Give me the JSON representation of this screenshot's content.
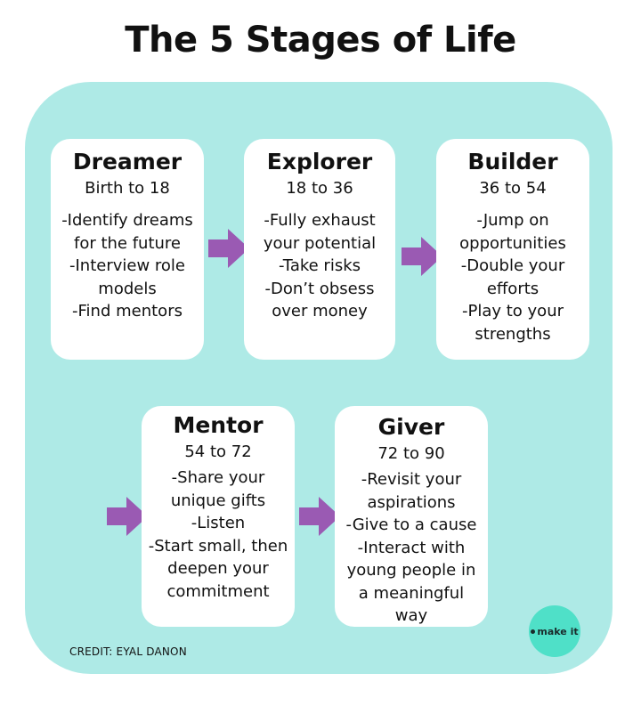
{
  "title": "The 5 Stages of Life",
  "colors": {
    "panel": "#aeeae6",
    "card": "#ffffff",
    "arrow": "#9a5ab3",
    "logo": "#4fe0c8"
  },
  "stages": [
    {
      "name": "Dreamer",
      "ages": "Birth to 18",
      "items": [
        "-Identify dreams",
        "for the future",
        "-Interview role",
        "models",
        "-Find mentors"
      ]
    },
    {
      "name": "Explorer",
      "ages": "18 to 36",
      "items": [
        "-Fully exhaust",
        "your potential",
        "-Take risks",
        "-Don’t obsess",
        "over money"
      ]
    },
    {
      "name": "Builder",
      "ages": "36 to 54",
      "items": [
        "-Jump on",
        "opportunities",
        "-Double your",
        "efforts",
        "-Play to your",
        "strengths"
      ]
    },
    {
      "name": "Mentor",
      "ages": "54 to 72",
      "items": [
        "-Share your",
        "unique gifts",
        "-Listen",
        "-Start small, then",
        "deepen your",
        "commitment"
      ]
    },
    {
      "name": "Giver",
      "ages": "72 to 90",
      "items": [
        "-Revisit your",
        "aspirations",
        "-Give to a cause",
        "-Interact with",
        "young people in",
        "a meaningful",
        "way"
      ]
    }
  ],
  "credit": "CREDIT: EYAL DANON",
  "logo": {
    "text": "make it",
    "icon": "dot-icon"
  }
}
